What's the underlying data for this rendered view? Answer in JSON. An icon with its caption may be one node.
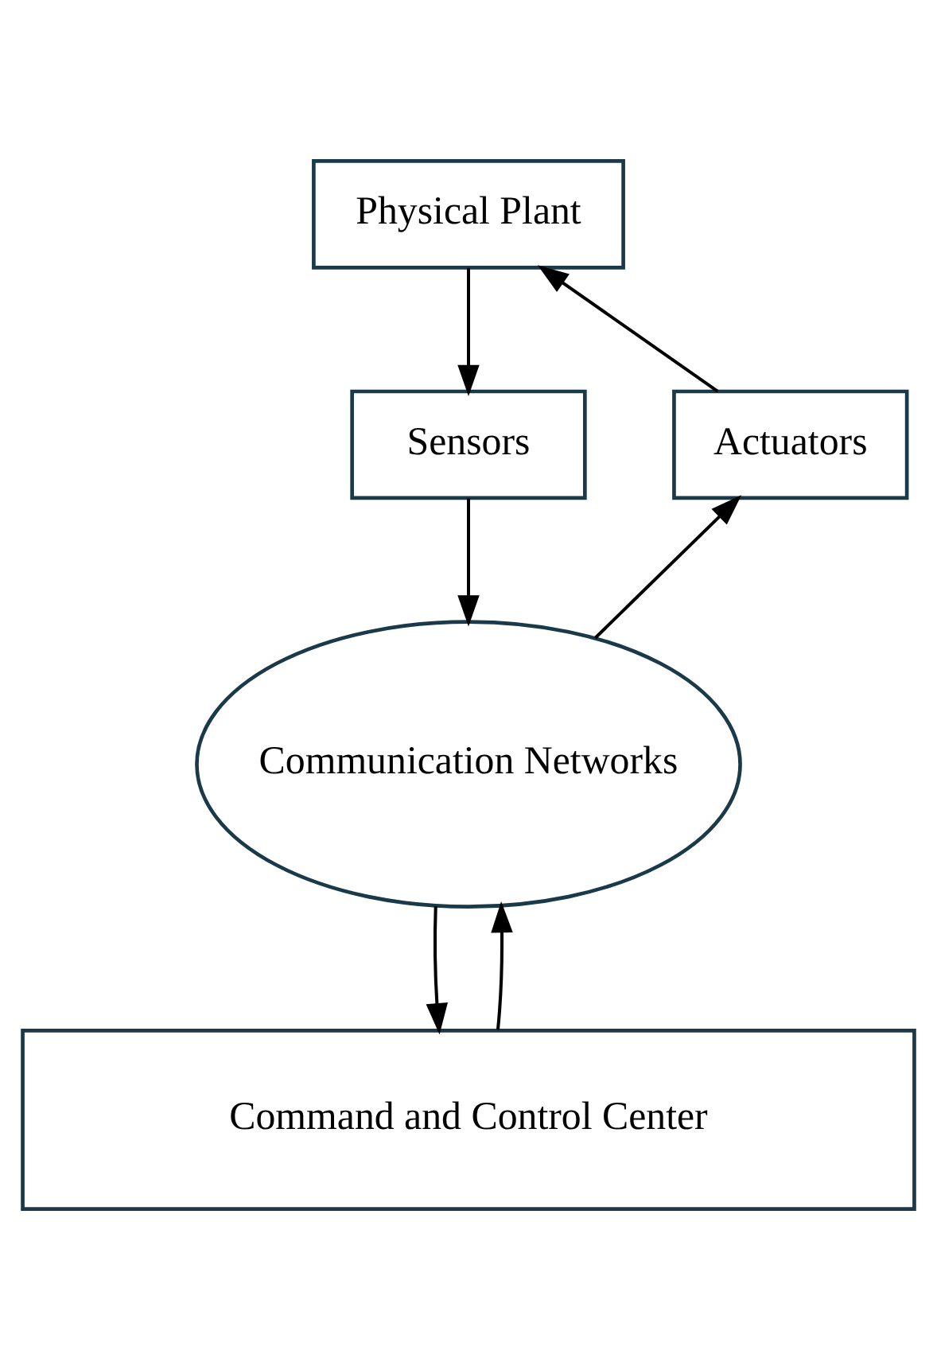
{
  "diagram": {
    "nodes": [
      {
        "text": [
          "Physical Plant"
        ]
      },
      {
        "text": [
          "Actuators"
        ]
      },
      {
        "text": [
          "Sensors"
        ]
      },
      {
        "text": [
          "Communication Networks"
        ]
      },
      {
        "text": [
          "Command and Control Center"
        ]
      }
    ],
    "edges": [
      {
        "from": 1,
        "to": 0,
        "arrow": "to"
      },
      {
        "from": 0,
        "to": 2,
        "arrow": "to"
      },
      {
        "from": 3,
        "to": 1,
        "arrow": "to"
      },
      {
        "from": 2,
        "to": 3,
        "arrow": "to"
      },
      {
        "from": 4,
        "to": 3,
        "arrow": "to"
      },
      {
        "from": 3,
        "to": 4,
        "arrow": "to"
      }
    ]
  }
}
